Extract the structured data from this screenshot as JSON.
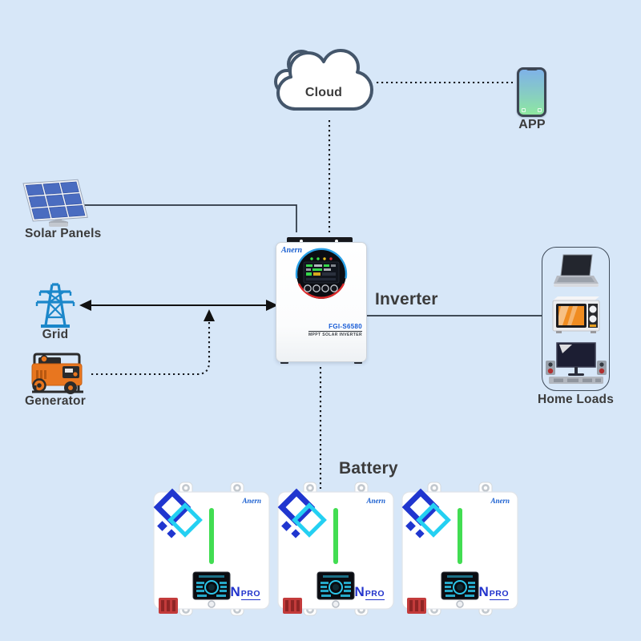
{
  "colors": {
    "background": "#d7e7f8",
    "label_text": "#3b3b3b",
    "line_dark": "#14181d",
    "cloud_stroke": "#44566b",
    "grid_blue": "#1b87ca",
    "generator_orange": "#e8761f",
    "solar_cell_blue": "#4a6cc0",
    "brand_blue": "#1a5fd0",
    "model_blue": "#155ad6",
    "display_ring_blue": "#2aa0e6",
    "display_ring_red": "#dd2a2a",
    "battery_green": "#42dd52",
    "battery_screen_cyan": "#2bc4e8",
    "npro_blue": "#2233cc",
    "terminal_red": "#c33b3b",
    "phone_screen_top": "#7fb2e8",
    "phone_screen_bottom": "#8ee8a0"
  },
  "nodes": {
    "cloud": {
      "label": "Cloud"
    },
    "app": {
      "label": "APP"
    },
    "solar_panels": {
      "label": "Solar Panels"
    },
    "grid": {
      "label": "Grid"
    },
    "generator": {
      "label": "Generator"
    },
    "inverter": {
      "label": "Inverter",
      "brand": "Anern",
      "model": "FGI-S6580",
      "subtitle": "MPPT SOLAR INVERTER"
    },
    "home_loads": {
      "label": "Home Loads",
      "icons": [
        "laptop-icon",
        "microwave-icon",
        "tv-icon"
      ]
    },
    "battery": {
      "label": "Battery",
      "count": 3,
      "brand": "Anern",
      "series_n": "N",
      "series_pro": "PRO"
    }
  },
  "connections": [
    {
      "from": "cloud",
      "to": "app",
      "style": "dotted"
    },
    {
      "from": "cloud",
      "to": "inverter",
      "style": "dotted"
    },
    {
      "from": "solar_panels",
      "to": "inverter",
      "style": "solid"
    },
    {
      "from": "grid",
      "to": "inverter",
      "style": "double-arrow"
    },
    {
      "from": "generator",
      "to": "grid-inverter-line",
      "style": "dotted-arrow"
    },
    {
      "from": "inverter",
      "to": "home_loads",
      "style": "solid"
    },
    {
      "from": "inverter",
      "to": "battery",
      "style": "dotted"
    }
  ]
}
